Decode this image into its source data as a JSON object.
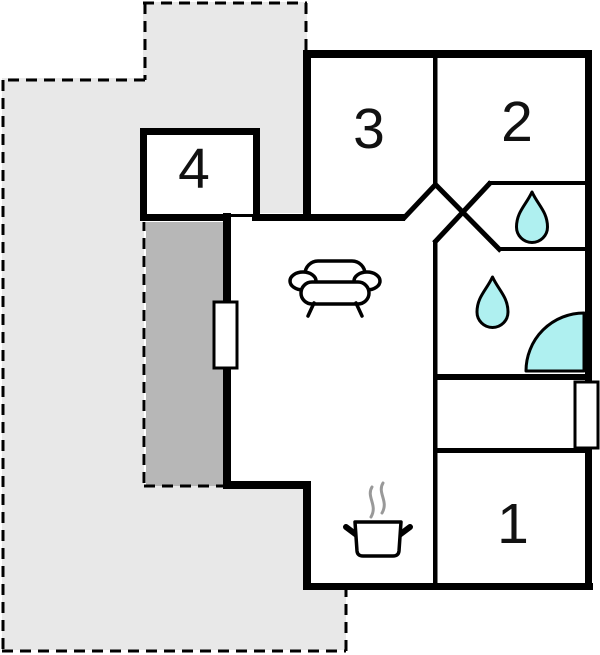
{
  "document": {
    "type": "holiday-home floor plan"
  },
  "colors": {
    "wall": "#000000",
    "room_fill": "#ffffff",
    "terrace_light": "#e8e8e8",
    "terrace_dark": "#b7b7b7",
    "water": "#aff0f0",
    "steam": "#999999",
    "label": "#111111"
  },
  "rooms": [
    {
      "id": "room-1",
      "label": "1"
    },
    {
      "id": "room-2",
      "label": "2"
    },
    {
      "id": "room-3",
      "label": "3"
    },
    {
      "id": "room-4",
      "label": "4"
    }
  ],
  "icons": [
    {
      "name": "sofa-icon"
    },
    {
      "name": "water-drop-icon"
    },
    {
      "name": "water-drop-icon"
    },
    {
      "name": "door-swing-icon"
    },
    {
      "name": "cooking-pot-icon"
    },
    {
      "name": "window-marker"
    },
    {
      "name": "window-marker"
    }
  ]
}
